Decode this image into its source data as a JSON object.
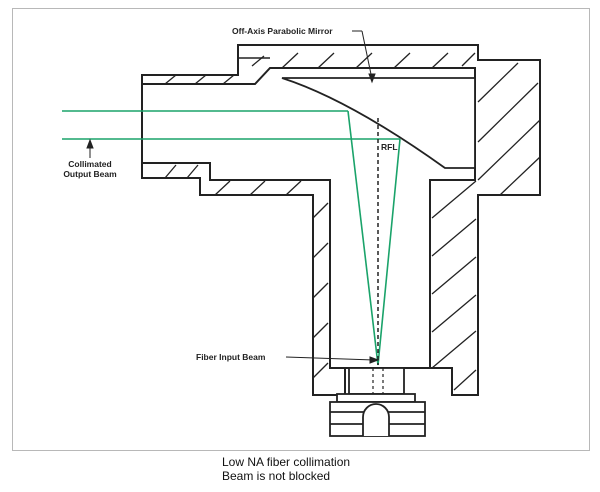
{
  "diagram": {
    "labels": {
      "mirror": "Off-Axis Parabolic Mirror",
      "rfl": "RFL",
      "collimated_line1": "Collimated",
      "collimated_line2": "Output Beam",
      "fiber_input": "Fiber Input Beam"
    },
    "colors": {
      "housing": "#222222",
      "beam": "#1aa36a",
      "frame": "#b8b8b8"
    }
  },
  "caption": {
    "line1": "Low NA fiber collimation",
    "line2": "Beam is not blocked"
  }
}
